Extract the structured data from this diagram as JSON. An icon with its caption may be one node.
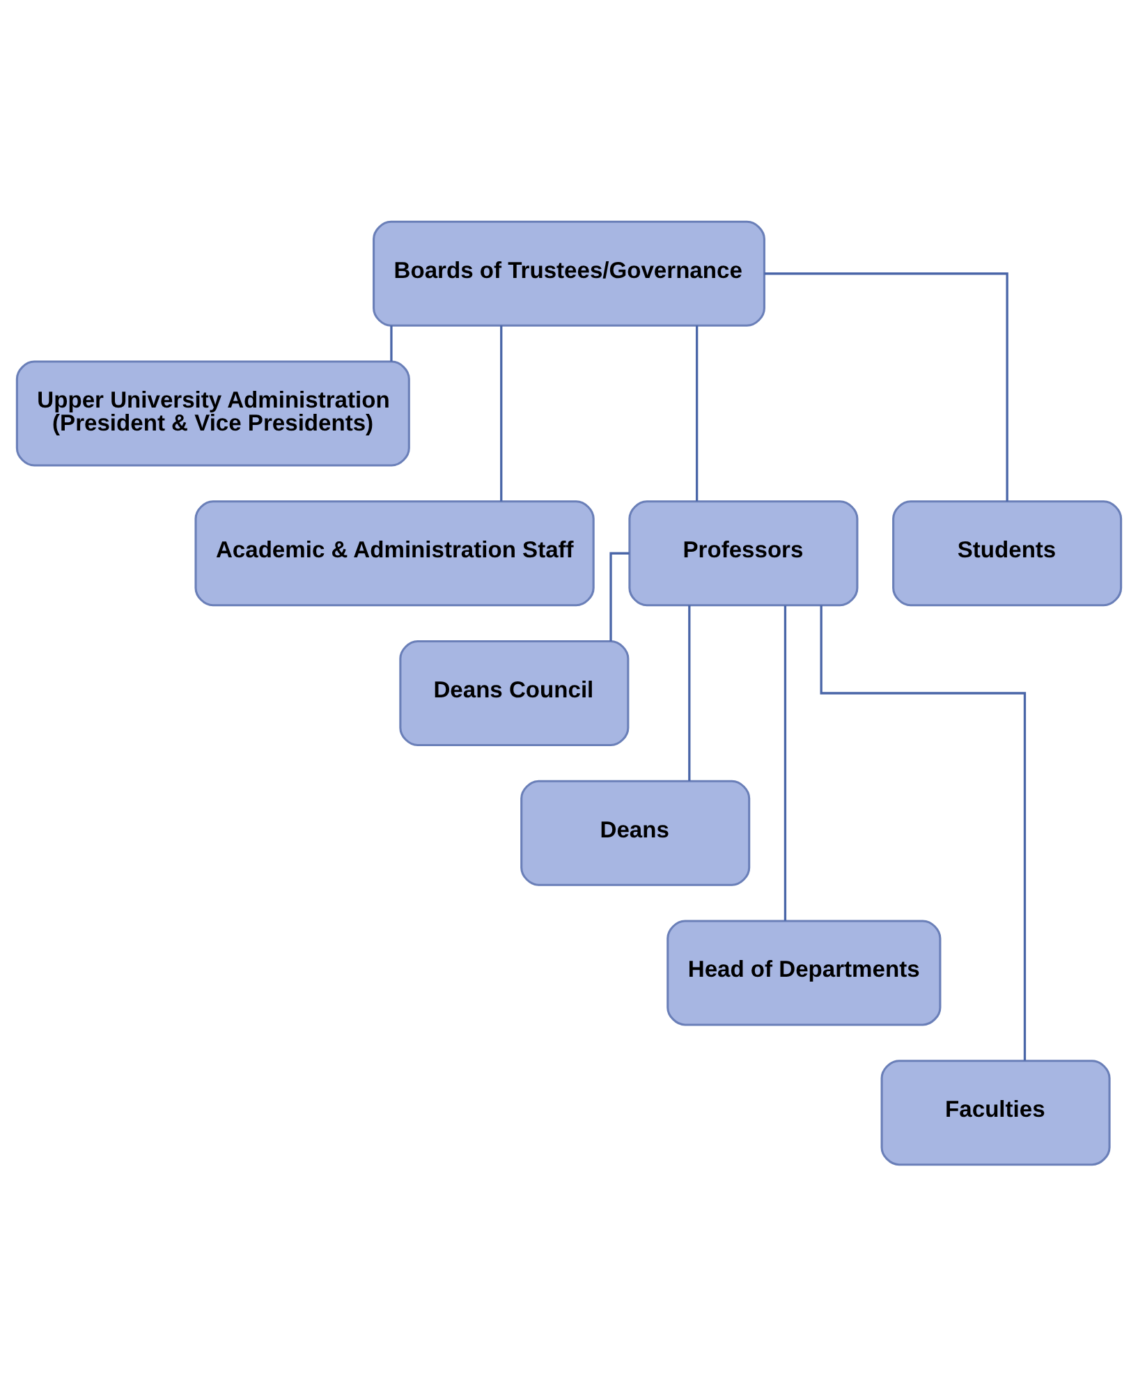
{
  "diagram": {
    "nodes": [
      {
        "text": [
          "Boards of Trustees/Governance"
        ]
      },
      {
        "text": [
          "Upper University Administration",
          "(President & Vice Presidents)"
        ]
      },
      {
        "text": [
          "Academic & Administration Staff"
        ]
      },
      {
        "text": [
          "Professors"
        ]
      },
      {
        "text": [
          "Students"
        ]
      },
      {
        "text": [
          "Deans Council"
        ]
      },
      {
        "text": [
          "Deans"
        ]
      },
      {
        "text": [
          "Head of Departments"
        ]
      },
      {
        "text": [
          "Faculties"
        ]
      }
    ],
    "edges": [
      {
        "from": 0,
        "to": 1,
        "arrow": "none"
      },
      {
        "from": 0,
        "to": 2,
        "arrow": "none"
      },
      {
        "from": 0,
        "to": 3,
        "arrow": "none"
      },
      {
        "from": 0,
        "to": 4,
        "arrow": "none"
      },
      {
        "from": 3,
        "to": 5,
        "arrow": "none"
      },
      {
        "from": 3,
        "to": 6,
        "arrow": "none"
      },
      {
        "from": 3,
        "to": 7,
        "arrow": "none"
      },
      {
        "from": 3,
        "to": 8,
        "arrow": "none"
      }
    ]
  }
}
